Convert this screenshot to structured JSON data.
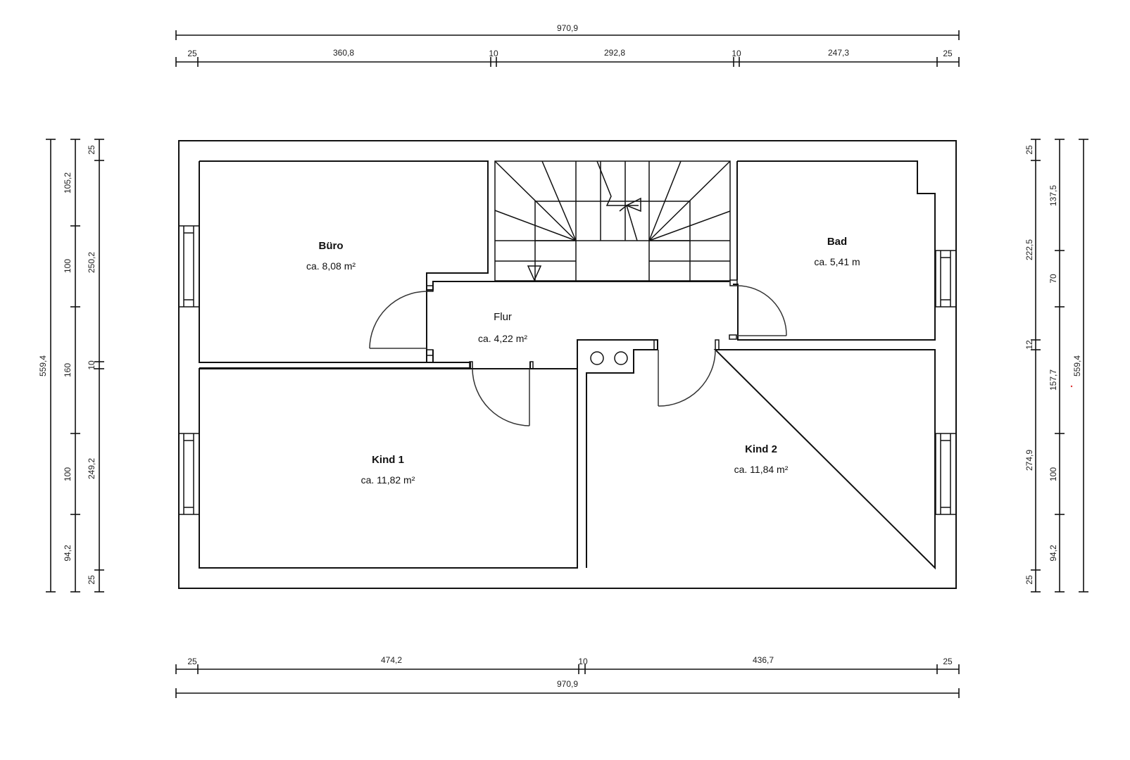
{
  "plan": {
    "type": "floor-plan",
    "units": "cm",
    "overall_width": "970,9",
    "overall_depth": "559,4"
  },
  "dimensions": {
    "top_total": "970,9",
    "top_segments": [
      "25",
      "360,8",
      "10",
      "292,8",
      "10",
      "247,3",
      "25"
    ],
    "bottom_segments": [
      "25",
      "474,2",
      "10",
      "436,7",
      "25"
    ],
    "bottom_total": "970,9",
    "left_total": "559,4",
    "left_openings": [
      "105,2",
      "100",
      "160",
      "100",
      "94,2"
    ],
    "left_rooms": [
      "25",
      "250,2",
      "10",
      "249,2",
      "25"
    ],
    "right_rooms": [
      "25",
      "222,5",
      "12",
      "274,9",
      "25"
    ],
    "right_openings": [
      "137,5",
      "70",
      "157,7",
      "100",
      "94,2"
    ],
    "right_total": "559,4"
  },
  "rooms": [
    {
      "name": "Büro",
      "area": "ca. 8,08 m²"
    },
    {
      "name": "Bad",
      "area": "ca. 5,41 m"
    },
    {
      "name": "Flur",
      "area": "ca. 4,22 m²"
    },
    {
      "name": "Kind 1",
      "area": "ca. 11,82 m²"
    },
    {
      "name": "Kind 2",
      "area": "ca. 11,84 m²"
    }
  ]
}
